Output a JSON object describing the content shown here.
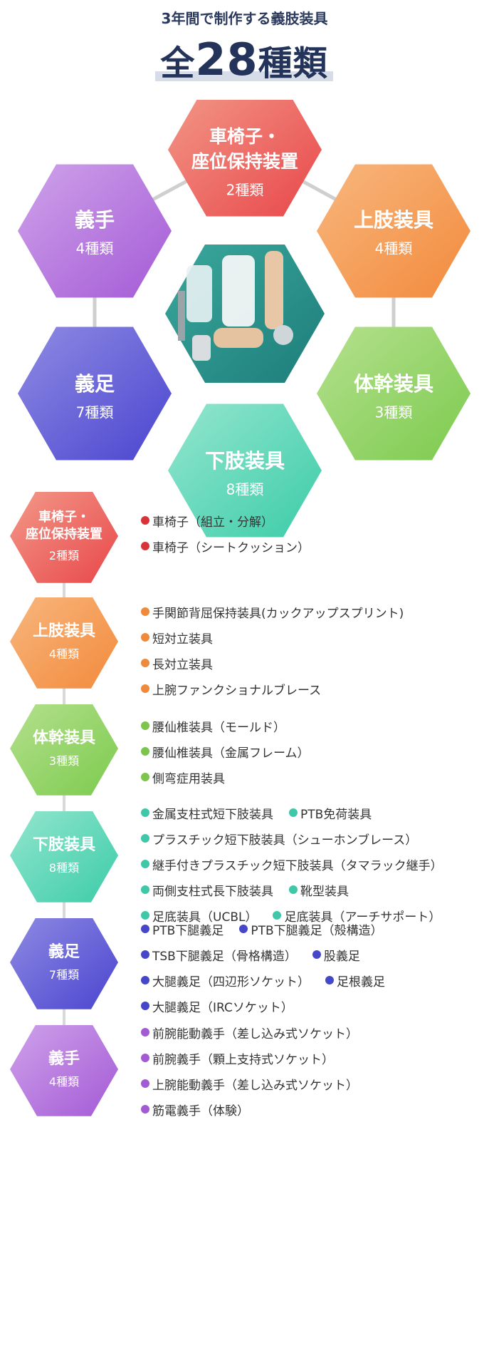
{
  "header": {
    "subtitle": "3年間で制作する義肢装具",
    "title_prefix": "全",
    "title_number": "28",
    "title_suffix": "種類"
  },
  "center_image": {
    "description_icon": "orthosis-photo-icon"
  },
  "categories": [
    {
      "id": "wheelchair",
      "name_lines": [
        "車椅子・",
        "座位保持装置"
      ],
      "count": "2種類",
      "color": "#e8474a",
      "color_light": "#f39a8a",
      "dot_color": "#d9333a",
      "items": [
        [
          "車椅子（組立・分解）"
        ],
        [
          "車椅子（シートクッション）"
        ]
      ]
    },
    {
      "id": "upper-limb",
      "name_lines": [
        "上肢装具"
      ],
      "count": "4種類",
      "color": "#f28a3c",
      "color_light": "#f8b77e",
      "dot_color": "#ef8a3d",
      "items": [
        [
          "手関節背屈保持装具(カックアップスプリント)"
        ],
        [
          "短対立装具"
        ],
        [
          "長対立装具"
        ],
        [
          "上腕ファンクショナルブレース"
        ]
      ]
    },
    {
      "id": "trunk",
      "name_lines": [
        "体幹装具"
      ],
      "count": "3種類",
      "color": "#7ccb4e",
      "color_light": "#b5e08e",
      "dot_color": "#7cc44c",
      "items": [
        [
          "腰仙椎装具（モールド）"
        ],
        [
          "腰仙椎装具（金属フレーム）"
        ],
        [
          "側弯症用装具"
        ]
      ]
    },
    {
      "id": "lower-limb",
      "name_lines": [
        "下肢装具"
      ],
      "count": "8種類",
      "color": "#3ccca8",
      "color_light": "#94e6cf",
      "dot_color": "#3ec7a9",
      "items": [
        [
          "金属支柱式短下肢装具",
          "PTB免荷装具"
        ],
        [
          "プラスチック短下肢装具（シューホンブレース）"
        ],
        [
          "継手付きプラスチック短下肢装具（タマラック継手）"
        ],
        [
          "両側支柱式長下肢装具",
          "靴型装具"
        ],
        [
          "足底装具（UCBL）",
          "足底装具（アーチサポート）"
        ]
      ]
    },
    {
      "id": "prosthetic-leg",
      "name_lines": [
        "義足"
      ],
      "count": "7種類",
      "color": "#4a45cf",
      "color_light": "#8f8be3",
      "dot_color": "#4646c8",
      "items": [
        [
          "PTB下腿義足",
          "PTB下腿義足（殻構造）"
        ],
        [
          "TSB下腿義足（骨格構造）",
          "股義足"
        ],
        [
          "大腿義足（四辺形ソケット）",
          "足根義足"
        ],
        [
          "大腿義足（IRCソケット）"
        ]
      ]
    },
    {
      "id": "prosthetic-hand",
      "name_lines": [
        "義手"
      ],
      "count": "4種類",
      "color": "#a45ad6",
      "color_light": "#cfa3ea",
      "dot_color": "#a35bd4",
      "items": [
        [
          "前腕能動義手（差し込み式ソケット）"
        ],
        [
          "前腕義手（顆上支持式ソケット）"
        ],
        [
          "上腕能動義手（差し込み式ソケット）"
        ],
        [
          "筋電義手（体験）"
        ]
      ]
    }
  ]
}
